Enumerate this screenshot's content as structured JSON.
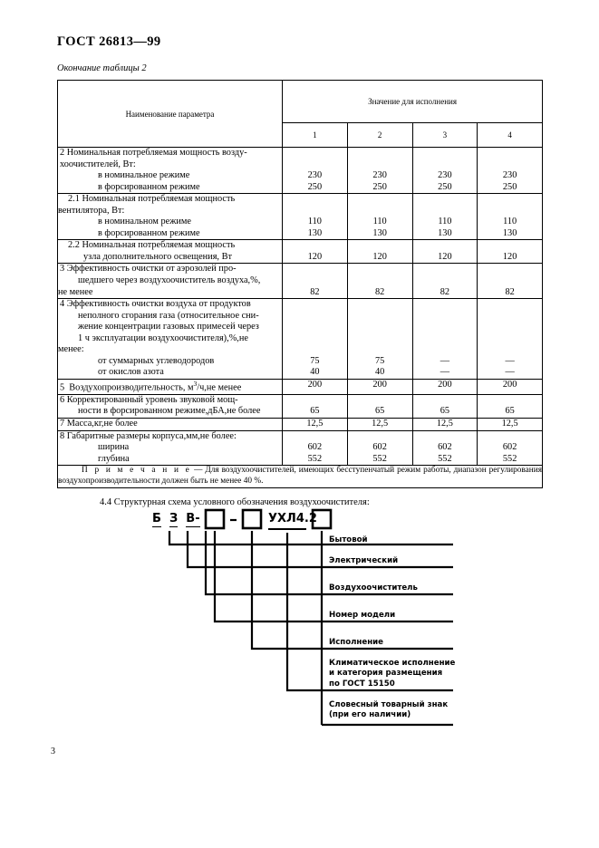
{
  "document": {
    "standard_number": "ГОСТ 26813—99",
    "table_caption": "Окончание таблицы 2",
    "page_number": "3"
  },
  "table": {
    "header": {
      "parameter_column": "Наименование параметра",
      "values_group": "Значение для исполнения",
      "columns": [
        "1",
        "2",
        "3",
        "4"
      ]
    },
    "rows": [
      {
        "title_line1": "2  Номинальная потребляемая мощность возду-",
        "title_line2": "хоочистителей, Вт:",
        "sub1": "в номинальное режиме",
        "sub2": "в форсированном режиме",
        "values_sub1": [
          "230",
          "230",
          "230",
          "230"
        ],
        "values_sub2": [
          "250",
          "250",
          "250",
          "250"
        ]
      },
      {
        "title_line1": "2.1  Номинальная потребляемая мощность",
        "title_line2": "вентилятора, Вт:",
        "sub1": "в номинальном режиме",
        "sub2": "в форсированном режиме",
        "values_sub1": [
          "110",
          "110",
          "110",
          "110"
        ],
        "values_sub2": [
          "130",
          "130",
          "130",
          "130"
        ]
      },
      {
        "title_line1": "2.2  Номинальная потребляемая мощность",
        "title_line2": "узла дополнительного освещения, Вт",
        "values": [
          "120",
          "120",
          "120",
          "120"
        ]
      },
      {
        "title_line1": "3  Эффективность очистки от аэрозолей про-",
        "title_line2": "шедшего через воздухоочиститель воздуха,%,",
        "title_line3": "не менее",
        "values": [
          "82",
          "82",
          "82",
          "82"
        ]
      },
      {
        "title_line1": "4  Эффективность очистки воздуха от продуктов",
        "title_line2": "неполного сгорания газа (относительное сни-",
        "title_line3": "жение концентрации газовых примесей через",
        "title_line4": "1 ч эксплуатации воздухоочистителя),%,не",
        "title_line5": "менее:",
        "sub1": "от суммарных углеводородов",
        "sub2": "от окислов азота",
        "values_sub1": [
          "75",
          "75",
          "—",
          "—"
        ],
        "values_sub2": [
          "40",
          "40",
          "—",
          "—"
        ]
      },
      {
        "title_line1": "5  Воздухопроизводительность, м3/ч,не менее",
        "values": [
          "200",
          "200",
          "200",
          "200"
        ]
      },
      {
        "title_line1": "6  Корректированный уровень звуковой мощ-",
        "title_line2": "ности в форсированном режиме,дБА,не более",
        "values": [
          "65",
          "65",
          "65",
          "65"
        ]
      },
      {
        "title_line1": "7  Масса,кг,не более",
        "values": [
          "12,5",
          "12,5",
          "12,5",
          "12,5"
        ]
      },
      {
        "title_line1": "8  Габаритные размеры корпуса,мм,не более:",
        "sub1": "ширина",
        "sub2": "глубина",
        "values_sub1": [
          "602",
          "602",
          "602",
          "602"
        ],
        "values_sub2": [
          "552",
          "552",
          "552",
          "552"
        ]
      }
    ],
    "note": {
      "label": "П р и м е ч а н и е",
      "text": "— Для воздухоочистителей, имеющих бесступенчатый режим работы, диапазон регулирования воздухопроизводительности должен быть не менее 40 %."
    }
  },
  "section": {
    "heading": "4.4  Структурная схема условного обозначения воздухоочистителя:",
    "designation": {
      "part_b": "Б",
      "part_z": "З",
      "part_v": "В-",
      "dash1": "-",
      "climate": "УХЛ4.2"
    },
    "callouts": [
      "Бытовой",
      "Электрический",
      "Воздухоочиститель",
      "Номер модели",
      "Исполнение",
      "Климатическое исполнение",
      "и категория размещения",
      "по ГОСТ 15150",
      "Словесный товарный знак",
      "(при его наличии)"
    ]
  }
}
